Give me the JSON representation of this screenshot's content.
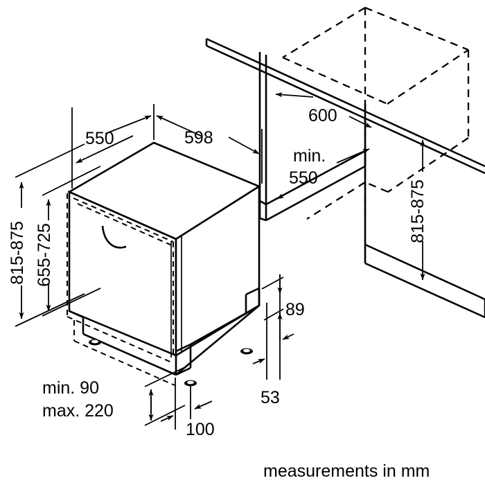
{
  "drawing": {
    "title": "Built-in dishwasher installation dimensions",
    "units_note": "measurements in mm",
    "line_color": "#000000",
    "background_color": "#ffffff",
    "dimensions": {
      "depth_top": "550",
      "width_top": "598",
      "niche_width": "600",
      "niche_depth_min": "min.",
      "niche_depth_min_value": "550",
      "height_left_outer": "815-875",
      "height_left_inner": "655-725",
      "height_right": "815-875",
      "base_height": "89",
      "base_offset": "53",
      "foot_depth": "100",
      "plinth_min": "min. 90",
      "plinth_max": "max. 220"
    },
    "labels": [
      {
        "id": "d550",
        "text": "550"
      },
      {
        "id": "d598",
        "text": "598"
      },
      {
        "id": "d600",
        "text": "600"
      },
      {
        "id": "dmin",
        "text": "min."
      },
      {
        "id": "dmin550",
        "text": "550"
      },
      {
        "id": "h815875left",
        "text": "815-875"
      },
      {
        "id": "h655725",
        "text": "655-725"
      },
      {
        "id": "h815875right",
        "text": "815-875"
      },
      {
        "id": "d89",
        "text": "89"
      },
      {
        "id": "d53",
        "text": "53"
      },
      {
        "id": "d100",
        "text": "100"
      },
      {
        "id": "dmin90",
        "text": "min. 90"
      },
      {
        "id": "dmax220",
        "text": "max. 220"
      },
      {
        "id": "units",
        "text": "measurements in mm"
      }
    ]
  }
}
